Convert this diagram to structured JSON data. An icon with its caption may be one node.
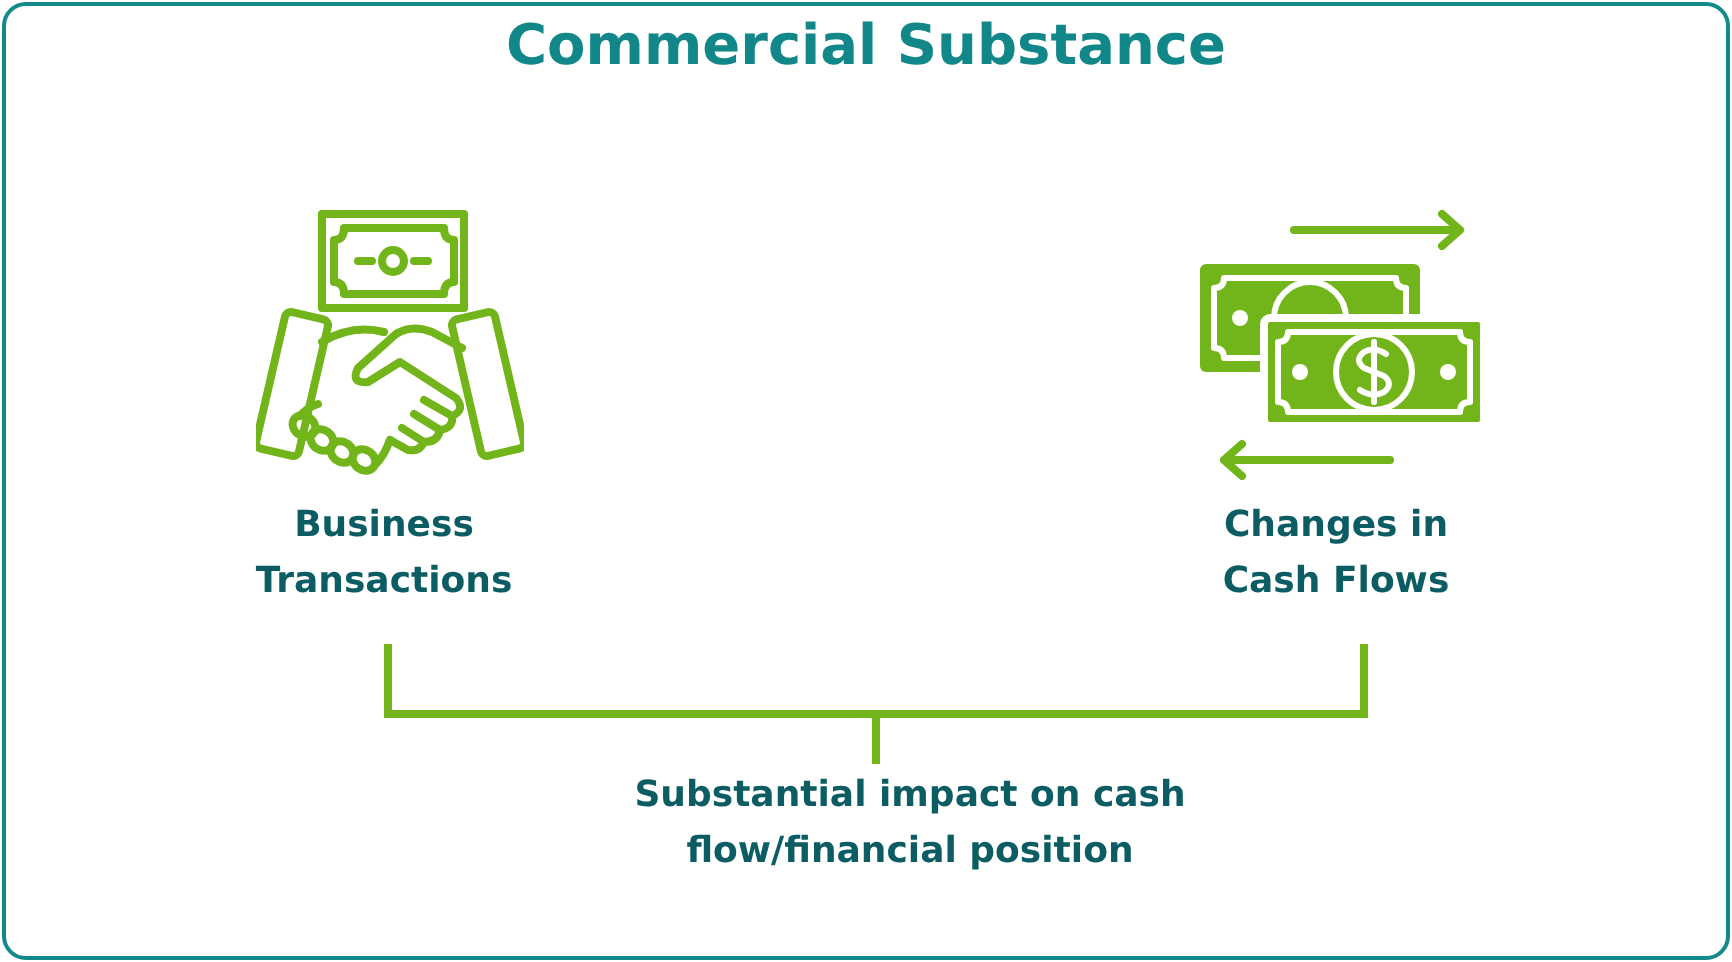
{
  "diagram": {
    "title": "Commercial Substance",
    "nodes": [
      {
        "text": [
          "Business Transactions"
        ]
      },
      {
        "text": [
          "Changes in Cash Flows"
        ]
      },
      {
        "text": [
          "Substantial impact on cash flow/financial position"
        ]
      }
    ],
    "edges": [
      {
        "from": 0,
        "to": 2,
        "arrow": "none"
      },
      {
        "from": 1,
        "to": 2,
        "arrow": "none"
      }
    ]
  }
}
